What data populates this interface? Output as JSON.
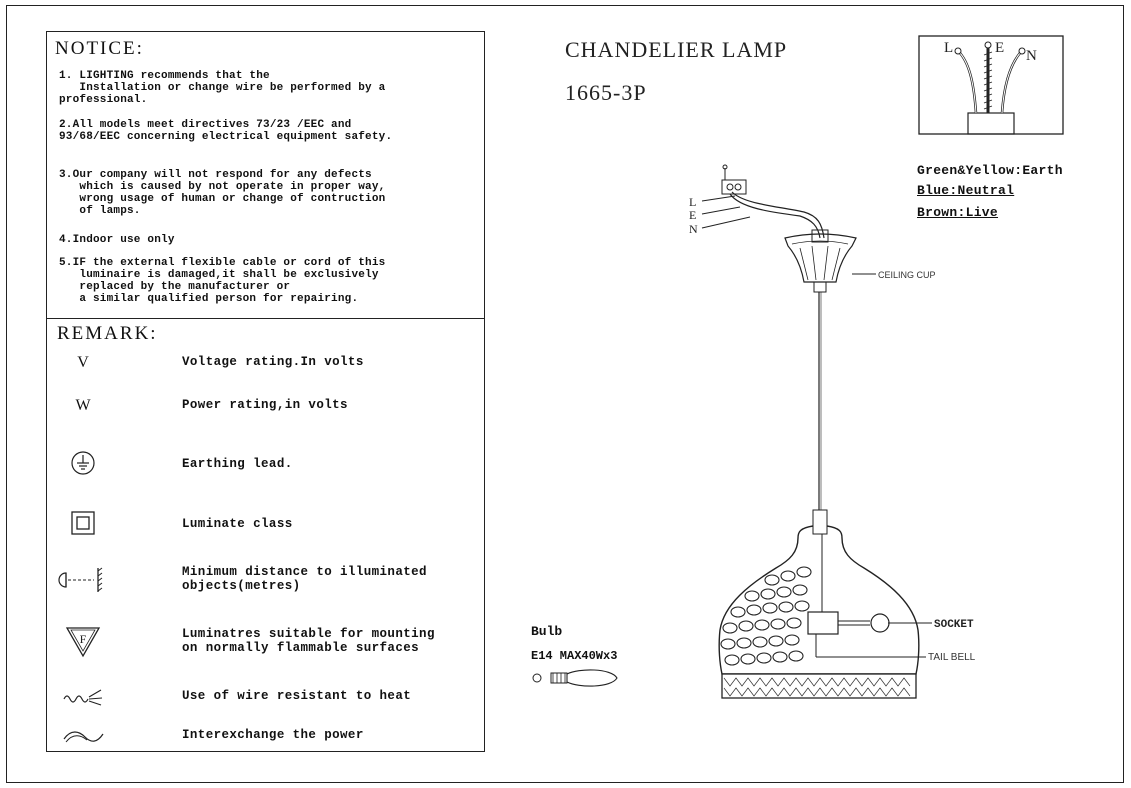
{
  "notice": {
    "heading": "NOTICE:",
    "items": [
      "1. LIGHTING recommends that the\n   Installation or change wire be performed by a\nprofessional.",
      "2.All models meet directives 73/23 /EEC and\n93/68/EEC concerning electrical equipment safety.",
      "3.Our company will not respond for any defects\n   which is caused by not operate in proper way,\n   wrong usage of human or change of contruction\n   of lamps.",
      "4.Indoor use only",
      "5.IF the external flexible cable or cord of this\n   luminaire is damaged,it shall be exclusively\n   replaced by the manufacturer or\n   a similar qualified person for repairing."
    ]
  },
  "remark": {
    "heading": "REMARK:",
    "items": [
      {
        "symbol": "V",
        "icon": "voltage-symbol",
        "text": "Voltage rating.In volts"
      },
      {
        "symbol": "W",
        "icon": "power-symbol",
        "text": "Power rating,in volts"
      },
      {
        "symbol": "",
        "icon": "earth-icon",
        "text": "Earthing lead."
      },
      {
        "symbol": "",
        "icon": "class-ii-icon",
        "text": "Luminate class"
      },
      {
        "symbol": "",
        "icon": "distance-icon",
        "text": "Minimum distance to illuminated\nobjects(metres)"
      },
      {
        "symbol": "F",
        "icon": "flammable-surface-icon",
        "text": "Luminatres suitable for mounting\non normally flammable surfaces"
      },
      {
        "symbol": "",
        "icon": "heat-wire-icon",
        "text": "Use of wire resistant to heat"
      },
      {
        "symbol": "",
        "icon": "power-wave-icon",
        "text": "Interexchange the power"
      }
    ]
  },
  "product": {
    "title": "CHANDELIER  LAMP",
    "model": "1665-3P"
  },
  "wiring": {
    "terminals": [
      "L",
      "E",
      "N"
    ],
    "legend": [
      "Green&Yellow:Earth",
      "Blue:Neutral",
      "Brown:Live"
    ]
  },
  "diagram_labels": {
    "ceiling_cup": "CEILING CUP",
    "socket": "SOCKET",
    "tail_bell": "TAIL BELL",
    "wires": [
      "L",
      "E",
      "N"
    ]
  },
  "bulb": {
    "label": "Bulb",
    "spec": "E14 MAX40Wx3"
  }
}
